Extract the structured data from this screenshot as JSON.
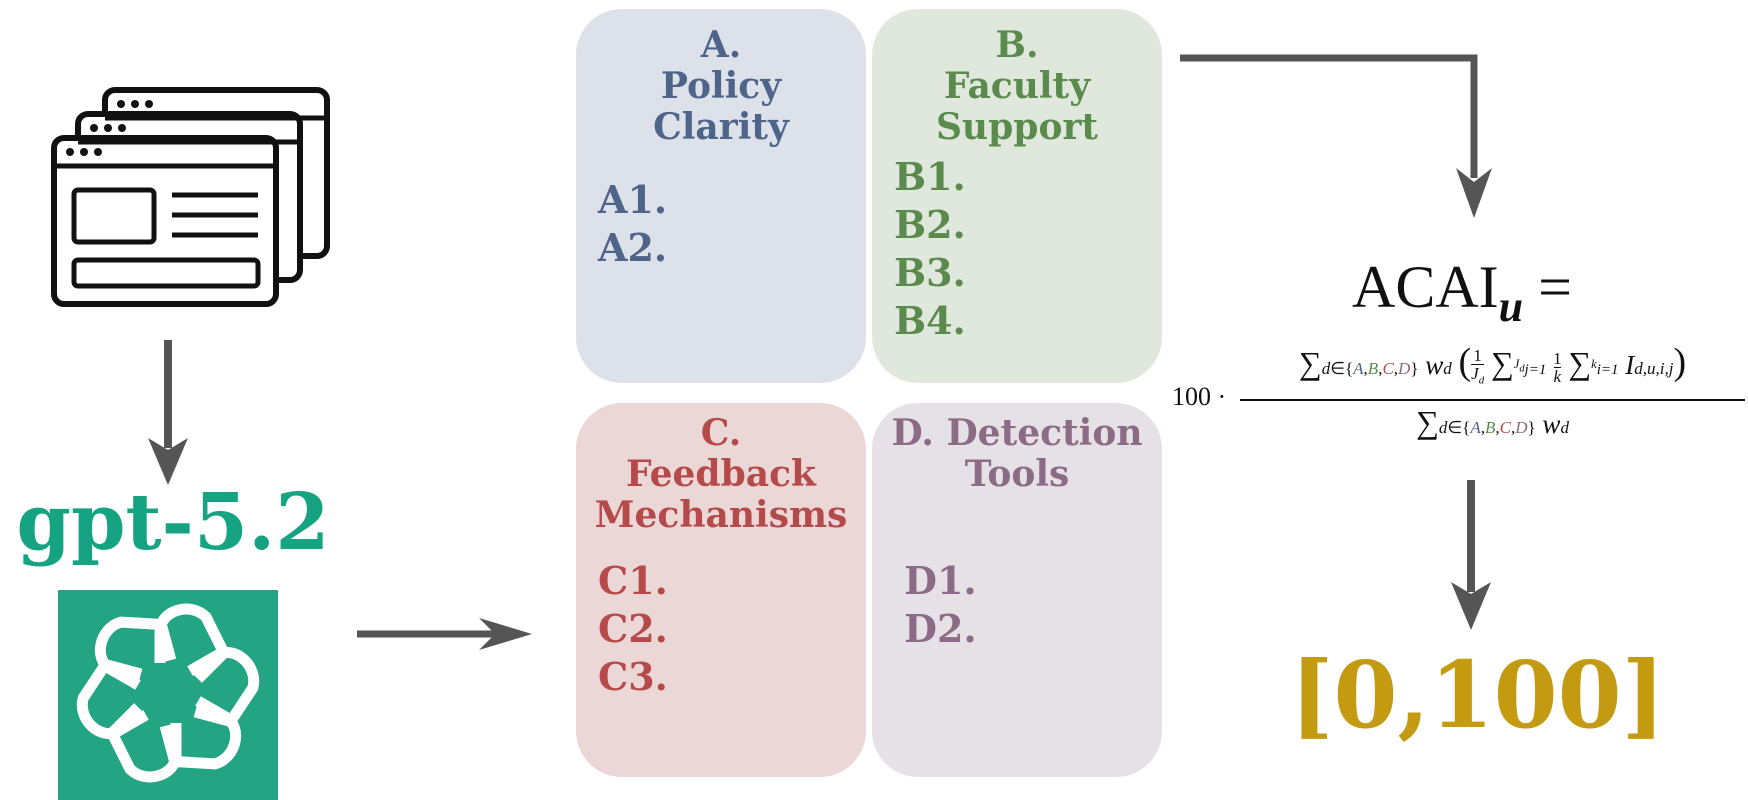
{
  "model": {
    "name": "gpt-5.2",
    "color": "#15a382"
  },
  "panels": {
    "a": {
      "title_lines": [
        "A.",
        "Policy",
        "Clarity"
      ],
      "items": [
        "A1.",
        "A2."
      ],
      "color": "#4e6489"
    },
    "b": {
      "title_lines": [
        "B.",
        "Faculty",
        "Support"
      ],
      "items": [
        "B1.",
        "B2.",
        "B3.",
        "B4."
      ],
      "color": "#5a8b4c"
    },
    "c": {
      "title_lines": [
        "C.",
        "Feedback",
        "Mechanisms"
      ],
      "items": [
        "C1.",
        "C2.",
        "C3."
      ],
      "color": "#b54a4a"
    },
    "d": {
      "title_lines": [
        "D. Detection",
        "Tools"
      ],
      "items": [
        "D1.",
        "D2."
      ],
      "color": "#8c6c84"
    }
  },
  "formula": {
    "lhs": "ACAI",
    "lhs_sub": "u",
    "equals": "=",
    "prefix": "100 ·",
    "sum_domain_letters": [
      "A",
      "B",
      "C",
      "D"
    ],
    "weight": "w",
    "weight_sub": "d",
    "indicator": "I",
    "indicator_sub": "d,u,i,j"
  },
  "output": {
    "range": "[0,100]",
    "color": "#c49a10"
  },
  "icons": [
    "browser-windows-icon",
    "openai-logo-icon",
    "arrow-icon"
  ]
}
